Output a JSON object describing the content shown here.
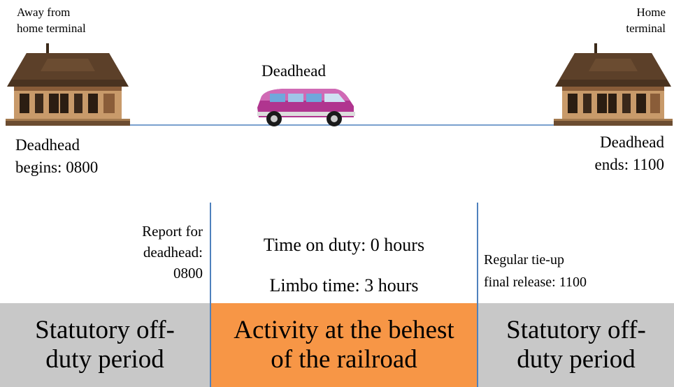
{
  "diagram": {
    "left_terminal": {
      "caption": "Away from\nhome terminal",
      "event_label": "Deadhead\nbegins:  0800",
      "report_label": "Report for\ndeadhead:\n0800"
    },
    "right_terminal": {
      "caption": "Home\nterminal",
      "event_label": "Deadhead\nends:  1100",
      "release_label": "Regular  tie-up\nfinal  release:  1100"
    },
    "vehicle_label": "Deadhead",
    "center_info": {
      "time_on_duty": "Time on duty:  0 hours",
      "limbo_time": "Limbo time:  3 hours"
    },
    "periods": [
      {
        "label": "Statutory off-\nduty period",
        "color": "#c8c8c8"
      },
      {
        "label": "Activity at the behest\nof the railroad",
        "color": "#f79646"
      },
      {
        "label": "Statutory off-\nduty period",
        "color": "#c8c8c8"
      }
    ],
    "colors": {
      "track_line": "#4f81bd",
      "divider": "#4f81bd",
      "van_body": "#b0358f"
    }
  }
}
